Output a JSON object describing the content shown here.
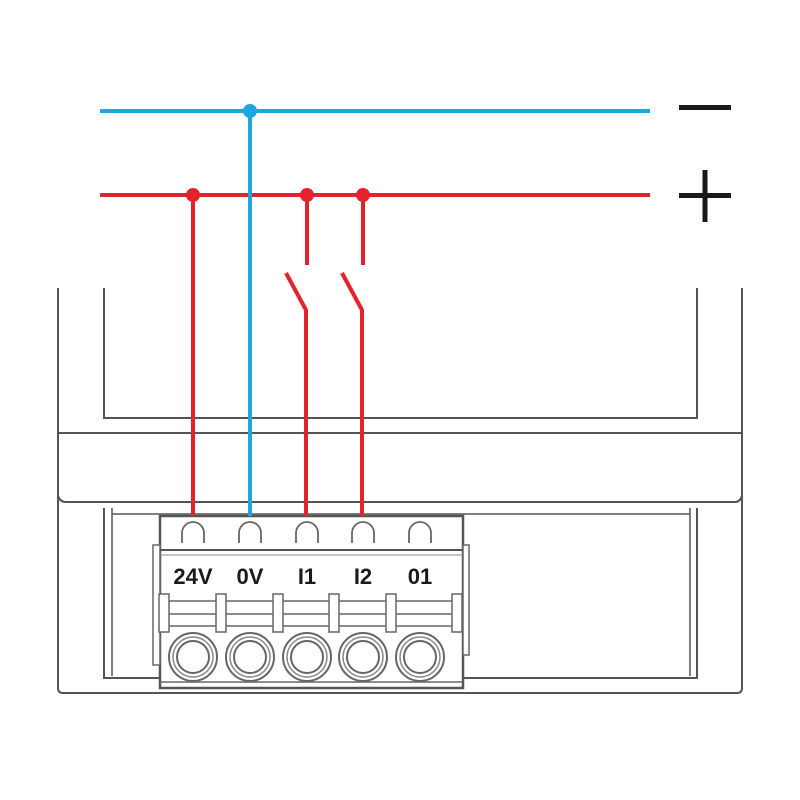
{
  "diagram": {
    "bus_negative_label": "−",
    "bus_positive_label": "+",
    "terminals": [
      {
        "label": "24V",
        "wire": "positive"
      },
      {
        "label": "0V",
        "wire": "negative"
      },
      {
        "label": "I1",
        "wire": "switch"
      },
      {
        "label": "I2",
        "wire": "switch"
      },
      {
        "label": "01",
        "wire": "none"
      }
    ],
    "colors": {
      "positive": "#e3232b",
      "negative": "#1ea6de",
      "outline": "#555555"
    }
  }
}
